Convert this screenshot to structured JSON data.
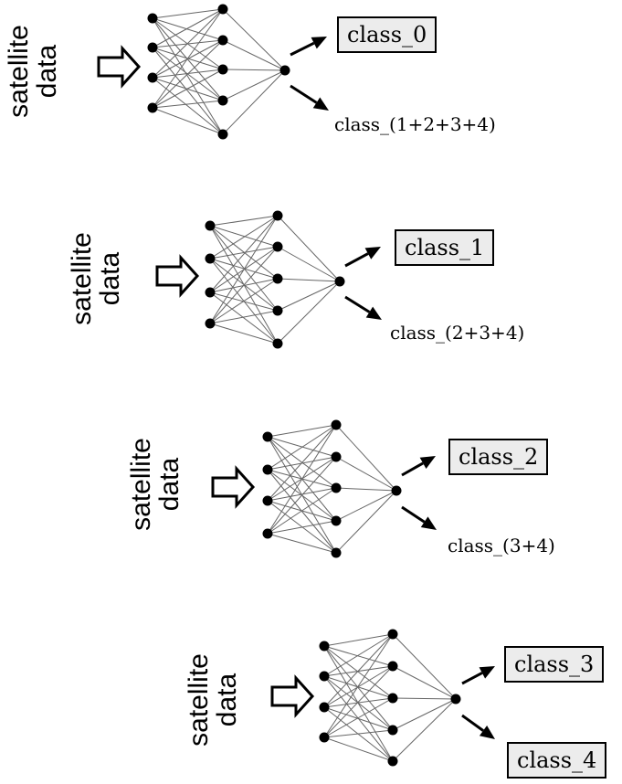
{
  "blocks": [
    {
      "input_label_line1": "satellite",
      "input_label_line2": "data",
      "output_boxed": "class_0",
      "output_plain": "class_(1+2+3+4)"
    },
    {
      "input_label_line1": "satellite",
      "input_label_line2": "data",
      "output_boxed": "class_1",
      "output_plain": "class_(2+3+4)"
    },
    {
      "input_label_line1": "satellite",
      "input_label_line2": "data",
      "output_boxed": "class_2",
      "output_plain": "class_(3+4)"
    },
    {
      "input_label_line1": "satellite",
      "input_label_line2": "data",
      "output_boxed": "class_3",
      "output_boxed_second": "class_4"
    }
  ]
}
